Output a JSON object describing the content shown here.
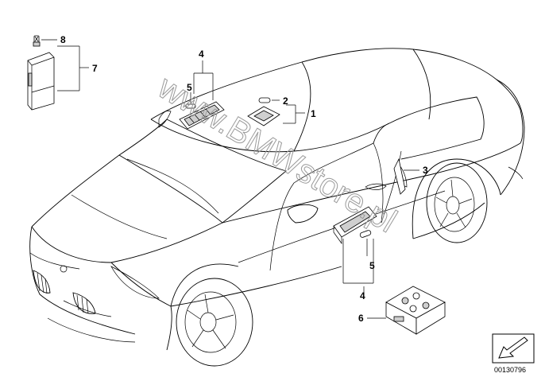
{
  "callouts": {
    "c1": "1",
    "c2": "2",
    "c3": "3",
    "c4_top": "4",
    "c5_top": "5",
    "c5_bottom": "5",
    "c4_bottom": "4",
    "c6": "6",
    "c7": "7",
    "c8": "8"
  },
  "watermark": "www.BMWstore.pl",
  "reference_number": "00130796",
  "icons": {
    "nav": "arrow-back-icon"
  }
}
